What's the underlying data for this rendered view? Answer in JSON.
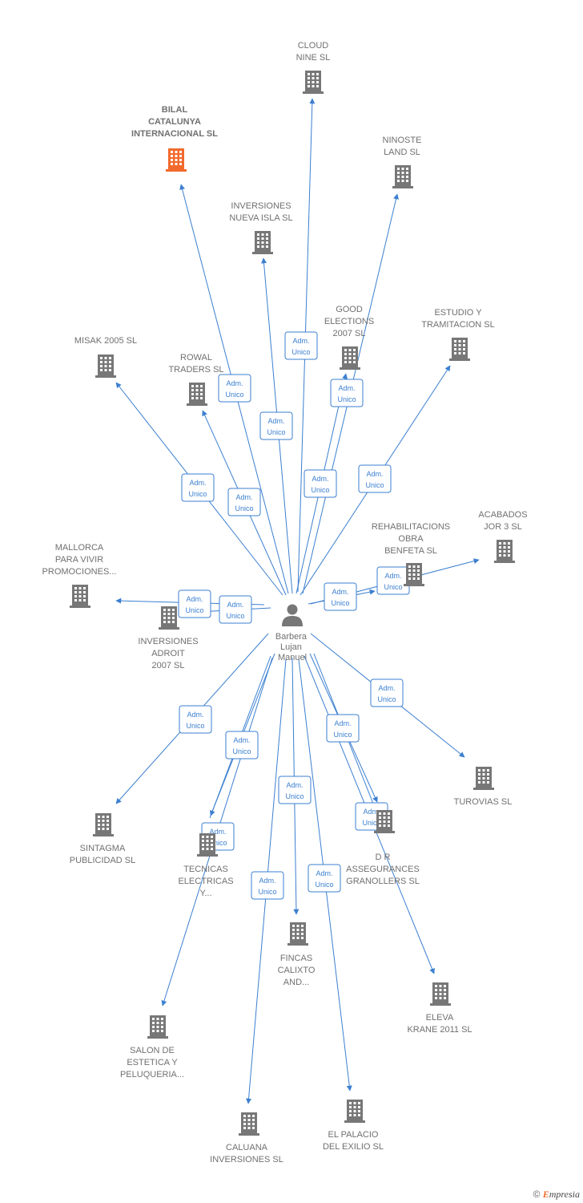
{
  "person": {
    "name_lines": [
      "Barbera",
      "Lujan",
      "Manuel"
    ]
  },
  "edge_label_lines": [
    "Adm.",
    "Unico"
  ],
  "colors": {
    "edge": "#3b7fd0",
    "building": "#777777",
    "building_highlight": "#f26a2d"
  },
  "companies": [
    {
      "id": "cloud",
      "lines": [
        "CLOUD",
        "NINE SL"
      ],
      "highlight": false
    },
    {
      "id": "bilal",
      "lines": [
        "BILAL",
        "CATALUNYA",
        "INTERNACIONAL SL"
      ],
      "highlight": true
    },
    {
      "id": "ninoste",
      "lines": [
        "NINOSTE",
        "LAND SL"
      ],
      "highlight": false
    },
    {
      "id": "nuevaisla",
      "lines": [
        "INVERSIONES",
        "NUEVA ISLA SL"
      ],
      "highlight": false
    },
    {
      "id": "good",
      "lines": [
        "GOOD",
        "ELECTIONS",
        "2007 SL"
      ],
      "highlight": false
    },
    {
      "id": "estudio",
      "lines": [
        "ESTUDIO Y",
        "TRAMITACION SL"
      ],
      "highlight": false
    },
    {
      "id": "misak",
      "lines": [
        "MISAK 2005 SL"
      ],
      "highlight": false
    },
    {
      "id": "rowal",
      "lines": [
        "ROWAL",
        "TRADERS SL"
      ],
      "highlight": false
    },
    {
      "id": "acabados",
      "lines": [
        "ACABADOS",
        "JOR 3 SL"
      ],
      "highlight": false
    },
    {
      "id": "rehab",
      "lines": [
        "REHABILITACIONS",
        "OBRA",
        "BENFETA SL"
      ],
      "highlight": false
    },
    {
      "id": "mallorca",
      "lines": [
        "MALLORCA",
        "PARA VIVIR",
        "PROMOCIONES..."
      ],
      "highlight": false
    },
    {
      "id": "adroit",
      "lines": [
        "INVERSIONES",
        "ADROIT",
        "2007 SL"
      ],
      "highlight": false
    },
    {
      "id": "turovias",
      "lines": [
        "TUROVIAS SL"
      ],
      "highlight": false
    },
    {
      "id": "sintagma",
      "lines": [
        "SINTAGMA",
        "PUBLICIDAD SL"
      ],
      "highlight": false
    },
    {
      "id": "tecnicas",
      "lines": [
        "TECNICAS",
        "ELECTRICAS",
        "Y..."
      ],
      "highlight": false
    },
    {
      "id": "dr",
      "lines": [
        "D R",
        "ASSEGURANCES",
        "GRANOLLERS SL"
      ],
      "highlight": false
    },
    {
      "id": "fincas",
      "lines": [
        "FINCAS",
        "CALIXTO",
        "AND..."
      ],
      "highlight": false
    },
    {
      "id": "eleva",
      "lines": [
        "ELEVA",
        "KRANE 2011 SL"
      ],
      "highlight": false
    },
    {
      "id": "salon",
      "lines": [
        "SALON DE",
        "ESTETICA Y",
        "PELUQUERIA..."
      ],
      "highlight": false
    },
    {
      "id": "caluana",
      "lines": [
        "CALUANA",
        "INVERSIONES SL"
      ],
      "highlight": false
    },
    {
      "id": "palacio",
      "lines": [
        "EL PALACIO",
        "DEL EXILIO SL"
      ],
      "highlight": false
    }
  ],
  "copyright": {
    "symbol": "©",
    "brand_initial": "E",
    "brand_rest": "mpresia"
  }
}
